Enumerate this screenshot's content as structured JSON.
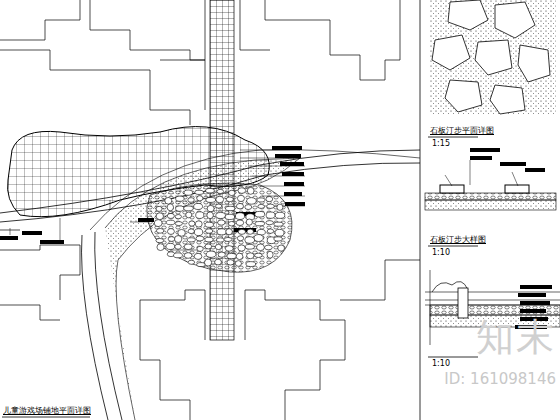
{
  "diagram": {
    "labels": [
      "石板汀步平面详图",
      "1:15",
      "石板汀步大样图",
      "1:10",
      "1:10",
      "儿童游戏场铺地平面详图",
      "知末",
      "ID: 161098146"
    ]
  }
}
